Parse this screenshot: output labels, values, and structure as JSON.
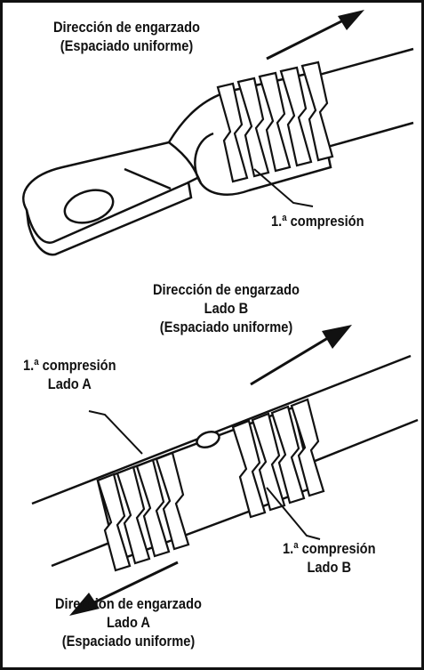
{
  "top_diagram": {
    "direction_label": [
      "Dirección de engarzado",
      "(Espaciado uniforme)"
    ],
    "compression_label": "1.ª compresión"
  },
  "bottom_diagram": {
    "direction_b_label": [
      "Dirección de engarzado",
      "Lado B",
      "(Espaciado uniforme)"
    ],
    "compression_a_label": [
      "1.ª compresión",
      "Lado A"
    ],
    "compression_b_label": [
      "1.ª compresión",
      "Lado B"
    ],
    "direction_a_label": [
      "Dirección de engarzado",
      "Lado A",
      "(Espaciado uniforme)"
    ]
  },
  "colors": {
    "ink": "#111111",
    "paper": "#ffffff"
  }
}
